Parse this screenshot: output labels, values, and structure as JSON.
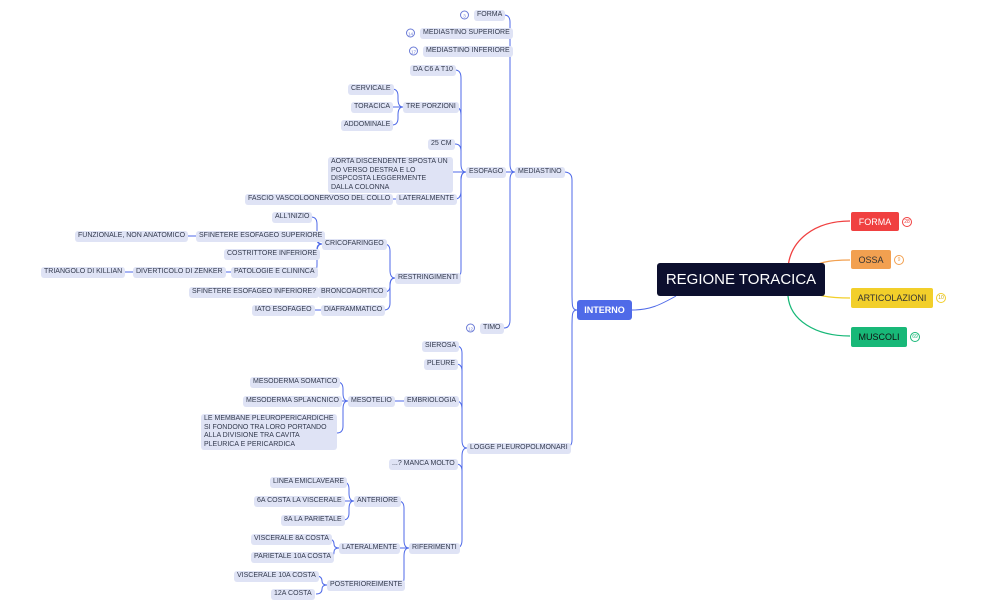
{
  "root": "REGIONE TORACICA",
  "interno": "INTERNO",
  "right_branches": [
    {
      "label": "FORMA",
      "color": "#f04040",
      "count": "28"
    },
    {
      "label": "OSSA",
      "color": "#f2a050",
      "count": "9"
    },
    {
      "label": "ARTICOLAZIONI",
      "color": "#f2cf2a",
      "count": "10"
    },
    {
      "label": "MUSCOLI",
      "color": "#18b878",
      "count": "69"
    }
  ],
  "mediastino": {
    "label": "MEDIASTINO",
    "forma": "FORMA",
    "forma_count": "3",
    "superiore": "MEDIASTINO SUPERIORE",
    "superiore_count": "14",
    "inferiore": "MEDIASTINO INFERIORE",
    "inferiore_count": "17",
    "timo": "TIMO",
    "timo_count": "12",
    "esofago": {
      "label": "ESOFAGO",
      "da_c6": "DA C6 A T10",
      "tre_porzioni": "TRE PORZIONI",
      "cervicale": "CERVICALE",
      "toracica": "TORACICA",
      "addominale": "ADDOMINALE",
      "cm": "25 CM",
      "aorta": "AORTA DISCENDENTE SPOSTA UN PO VERSO DESTRA E LO DISPCOSTA LEGGERMENTE DALLA COLONNA",
      "lateralmente": "LATERALMENTE",
      "fascio": "FASCIO VASCOLOONERVOSO DEL COLLO",
      "restringimenti": "RESTRINGIMENTI",
      "cricofaringeo": "CRICOFARINGEO",
      "allinizio": "ALL'INIZIO",
      "sfintere_sup": "SFINETERE ESOFAGEO SUPERIORE",
      "funzionale": "FUNZIONALE, NON ANATOMICO",
      "costrittore": "COSTRITTORE INFERIORE",
      "patologie": "PATOLOGIE E CLININCA",
      "diverticolo": "DIVERTICOLO DI ZENKER",
      "triangolo": "TRIANGOLO DI KILLIAN",
      "broncoaortico": "BRONCOAORTICO",
      "sfintere_inf": "SFINETERE ESOFAGEO INFERIORE?",
      "diaframmatico": "DIAFRAMMATICO",
      "iato": "IATO ESOFAGEO"
    }
  },
  "logge": {
    "label": "LOGGE PLEUROPOLMONARI",
    "sierosa": "SIEROSA",
    "pleure": "PLEURE",
    "embriologia": "EMBRIOLOGIA",
    "mesotelio": "MESOTELIO",
    "mesoderma_somatico": "MESODERMA SOMATICO",
    "mesoderma_splancnico": "MESODERMA SPLANCNICO",
    "membrane": "LE MEMBANE PLEUROPERICARDICHE SI FONDONO TRA LORO PORTANDO ALLA DIVISIONE TRA CAVITA PLEURICA E PERICARDICA",
    "manca": "...? MANCA MOLTO",
    "riferimenti": "RIFERIMENTI",
    "anteriore": "ANTERIORE",
    "linea": "LINEA EMICLAVEARE",
    "costa6": "6A COSTA LA VISCERALE",
    "parietale8": "8A LA PARIETALE",
    "lateralmente": "LATERALMENTE",
    "viscerale8": "VISCERALE 8A COSTA",
    "parietale10": "PARIETALE 10A COSTA",
    "posteriormente": "POSTERIOREIMENTE",
    "viscerale10": "VISCERALE 10A COSTA",
    "costa12": "12A COSTA"
  }
}
